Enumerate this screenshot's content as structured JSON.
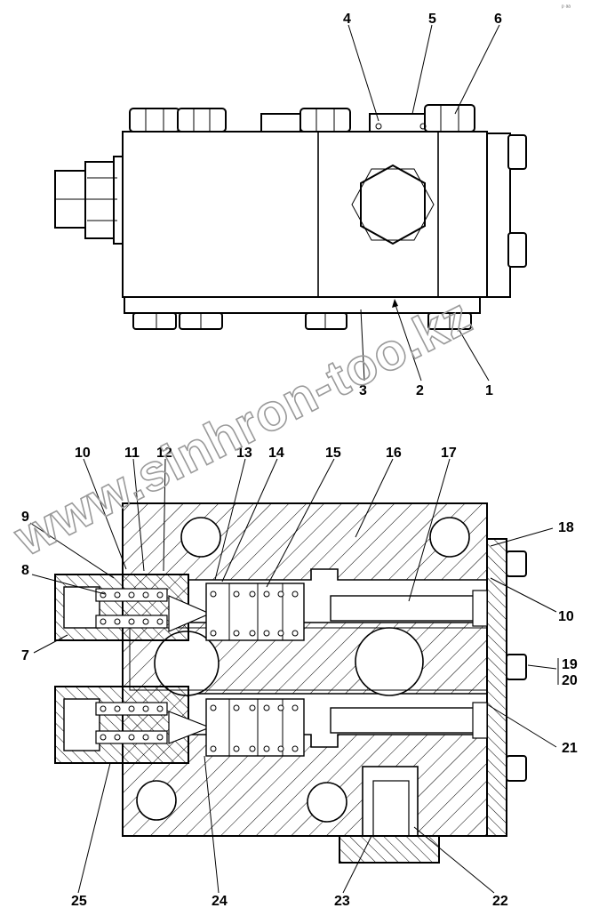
{
  "watermark": "www.sinhron-too.kz",
  "corner_mark": "ᵖ ᵃᵃ",
  "top_view_labels": {
    "l1": "1",
    "l2": "2",
    "l3": "3",
    "l4": "4",
    "l5": "5",
    "l6": "6"
  },
  "section_labels": {
    "l7": "7",
    "l8": "8",
    "l9": "9",
    "l10a": "10",
    "l10b": "10",
    "l11": "11",
    "l12": "12",
    "l13": "13",
    "l14": "14",
    "l15": "15",
    "l16": "16",
    "l17": "17",
    "l18": "18",
    "l19": "19",
    "l20": "20",
    "l21": "21",
    "l22": "22",
    "l23": "23",
    "l24": "24",
    "l25": "25"
  }
}
